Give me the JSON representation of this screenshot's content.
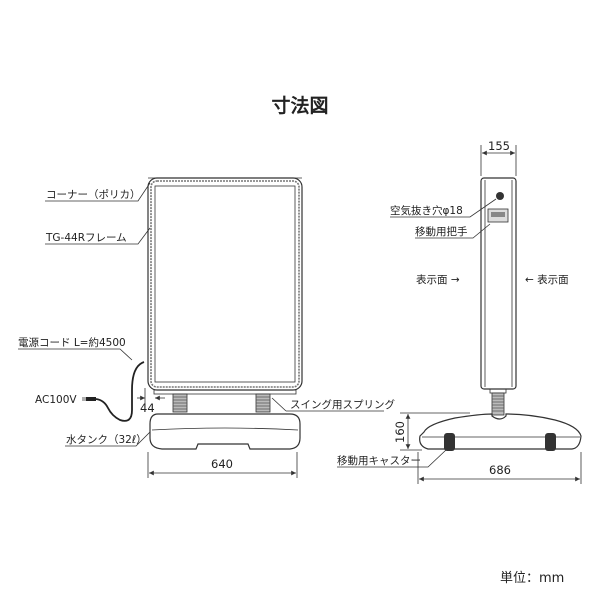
{
  "title": "寸法図",
  "unit_label": "単位：mm",
  "front_view": {
    "labels": {
      "corner": "コーナー（ポリカ）",
      "frame": "TG-44Rフレーム",
      "cord": "電源コード L=約4500",
      "power": "AC100V",
      "spring": "スイング用スプリング",
      "tank": "水タンク（32ℓ）"
    },
    "dimensions": {
      "width": "640",
      "offset": "44"
    }
  },
  "side_view": {
    "labels": {
      "air_hole": "空気抜き穴φ18",
      "handle": "移動用把手",
      "display_left": "表示面 →",
      "display_right": "← 表示面",
      "caster": "移動用キャスター"
    },
    "dimensions": {
      "depth": "155",
      "base_height": "160",
      "base_width": "686"
    }
  }
}
